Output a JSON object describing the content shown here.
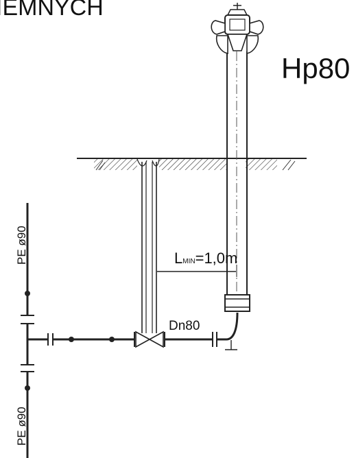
{
  "title": "IEMNYCH",
  "hydrant_label": "Hp80",
  "distance_label": {
    "prefix": "L",
    "subscript": "MIN",
    "value": "=1,0m"
  },
  "pipe_label": "Dn80",
  "main_pipe_top_label": "PE ø90",
  "main_pipe_bottom_label": "PE ø90"
}
